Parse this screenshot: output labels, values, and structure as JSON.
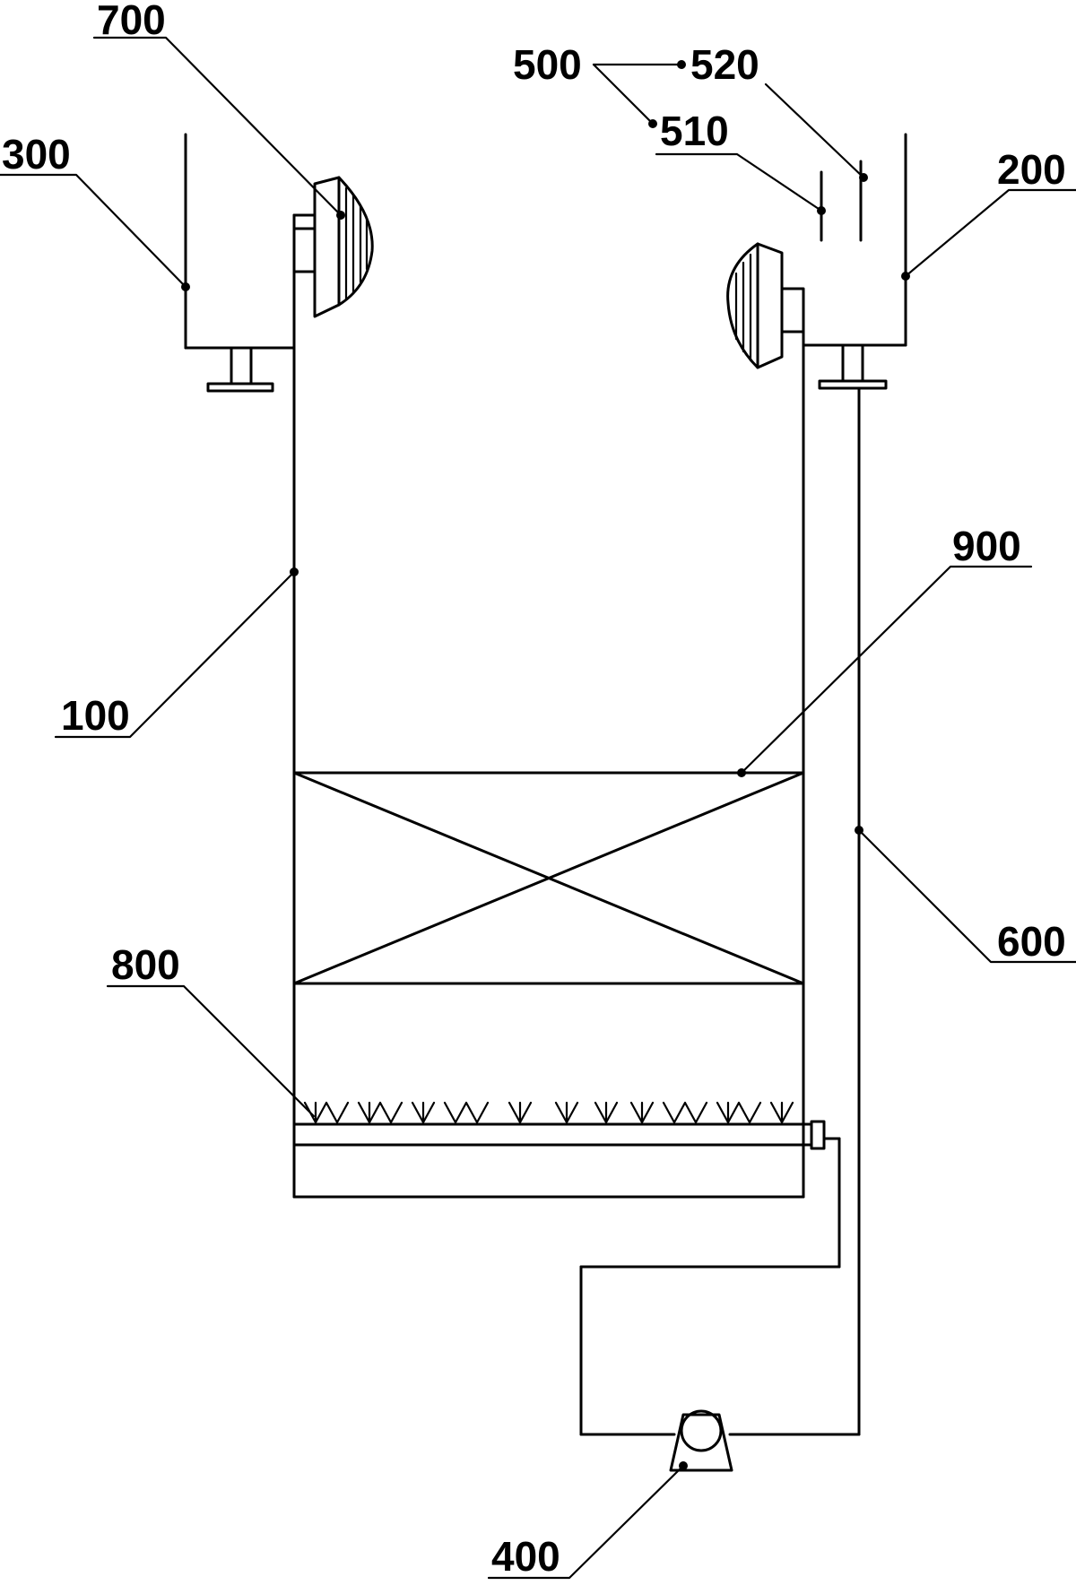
{
  "labels": {
    "l100": "100",
    "l200": "200",
    "l300": "300",
    "l400": "400",
    "l500": "500",
    "l510": "510",
    "l520": "520",
    "l600": "600",
    "l700": "700",
    "l800": "800",
    "l900": "900"
  }
}
